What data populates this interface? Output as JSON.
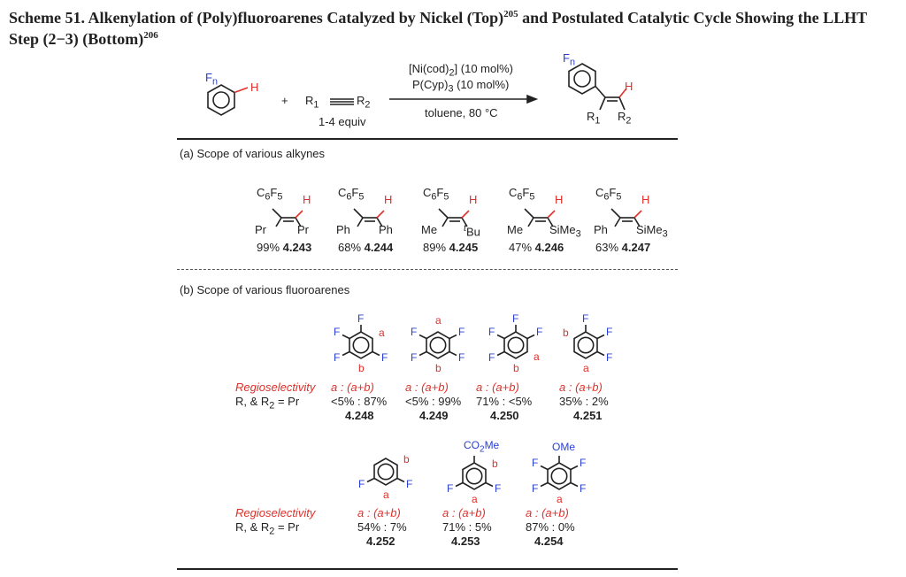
{
  "title": {
    "text": "Scheme 51. Alkenylation of (Poly)fluoroarenes Catalyzed by Nickel (Top)",
    "ref1": "205",
    "text2": " and Postulated Catalytic Cycle Showing the LLHT Step (2−3) (Bottom)",
    "ref2": "206"
  },
  "reaction": {
    "substrate_F": "F",
    "substrate_n": "n",
    "substrate_H": "H",
    "plus": "+",
    "alkyne_R1": "R",
    "alkyne_R1_sub": "1",
    "alkyne_R2": "R",
    "alkyne_R2_sub": "2",
    "equiv": "1-4 equiv",
    "cond1": "[Ni(cod)",
    "cond1_sub": "2",
    "cond1_end": "] (10 mol%)",
    "cond2": "P(Cyp)",
    "cond2_sub": "3",
    "cond2_end": " (10 mol%)",
    "cond3": "toluene, 80 °C",
    "prod_F": "F",
    "prod_n": "n",
    "prod_H": "H",
    "prod_R1": "R",
    "prod_R1_sub": "1",
    "prod_R2": "R",
    "prod_R2_sub": "2"
  },
  "section_a": {
    "heading": "(a) Scope of various alkynes",
    "items": [
      {
        "top": "C",
        "top_sub": "6",
        "top_mid": "F",
        "top_sub2": "5",
        "h": "H",
        "left": "Pr",
        "right": "Pr",
        "yield": "99%",
        "num": "4.243"
      },
      {
        "top": "C",
        "top_sub": "6",
        "top_mid": "F",
        "top_sub2": "5",
        "h": "H",
        "left": "Ph",
        "right": "Ph",
        "yield": "68%",
        "num": "4.244"
      },
      {
        "top": "C",
        "top_sub": "6",
        "top_mid": "F",
        "top_sub2": "5",
        "h": "H",
        "left": "Me",
        "right": "Bu",
        "right_sup": "t",
        "yield": "89%",
        "num": "4.245"
      },
      {
        "top": "C",
        "top_sub": "6",
        "top_mid": "F",
        "top_sub2": "5",
        "h": "H",
        "left": "Me",
        "right": "SiMe",
        "right_sub": "3",
        "yield": "47%",
        "num": "4.246"
      },
      {
        "top": "C",
        "top_sub": "6",
        "top_mid": "F",
        "top_sub2": "5",
        "h": "H",
        "left": "Ph",
        "right": "SiMe",
        "right_sub": "3",
        "yield": "63%",
        "num": "4.247"
      }
    ]
  },
  "section_b": {
    "heading": "(b) Scope of various fluoroarenes",
    "regio_label": "Regioselectivity",
    "r_label": "R, & R",
    "r_label_sub": "2",
    "r_label_end": " = Pr",
    "row1": [
      {
        "ratio_head": "a   : (a+b)",
        "ratio": "<5% : 87%",
        "num": "4.248"
      },
      {
        "ratio_head": "a   : (a+b)",
        "ratio": "<5% : 99%",
        "num": "4.249"
      },
      {
        "ratio_head": "a   : (a+b)",
        "ratio": "71% : <5%",
        "num": "4.250"
      },
      {
        "ratio_head": "a   : (a+b)",
        "ratio": "35% : 2%",
        "num": "4.251"
      }
    ],
    "row2": [
      {
        "ratio_head": "a  : (a+b)",
        "ratio": "54% : 7%",
        "num": "4.252"
      },
      {
        "ratio_head": "a  : (a+b)",
        "ratio": "71% : 5%",
        "num": "4.253"
      },
      {
        "ratio_head": "a   : (a+b)",
        "ratio": "87% : 0%",
        "num": "4.254"
      }
    ],
    "atoms": {
      "F": "F",
      "a": "a",
      "b": "b",
      "co2me": "CO",
      "co2me_sub": "2",
      "co2me_end": "Me",
      "ome": "OMe"
    }
  }
}
